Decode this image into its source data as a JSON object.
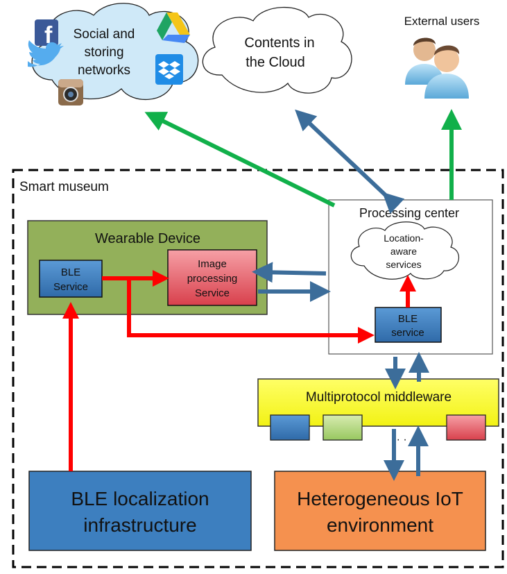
{
  "cloud_social": {
    "lines": [
      "Social and",
      "storing",
      "networks"
    ]
  },
  "cloud_contents": {
    "lines": [
      "Contents in",
      "the Cloud"
    ]
  },
  "external_users": {
    "label": "External users"
  },
  "smart_museum": {
    "label": "Smart museum"
  },
  "processing_center": {
    "label": "Processing center"
  },
  "location_services": {
    "lines": [
      "Location-",
      "aware",
      "services"
    ]
  },
  "ble_service_pc": {
    "lines": [
      "BLE",
      "service"
    ]
  },
  "wearable": {
    "label": "Wearable Device"
  },
  "ble_service_wearable": {
    "lines": [
      "BLE",
      "Service"
    ]
  },
  "image_processing": {
    "lines": [
      "Image",
      "processing",
      "Service"
    ]
  },
  "middleware": {
    "label": "Multiprotocol middleware",
    "ellipsis": "· · ·"
  },
  "ble_infra": {
    "lines": [
      "BLE  localization",
      "infrastructure"
    ]
  },
  "iot_env": {
    "lines": [
      "Heterogeneous IoT",
      "environment"
    ]
  },
  "colors": {
    "green_arrow": "#11b04a",
    "blue_arrow": "#3c6d9a",
    "red_arrow": "#ff0000",
    "wearable_bg": "#93b05a",
    "ble_blue": "#3d7fbf",
    "image_red": "#e05a62",
    "middleware_yellow": "#ffff3a",
    "iot_orange": "#f5914f",
    "cloud_blue": "#cfe9f8"
  },
  "icons": [
    "facebook-icon",
    "twitter-icon",
    "instagram-icon",
    "google-drive-icon",
    "dropbox-icon",
    "users-icon"
  ]
}
